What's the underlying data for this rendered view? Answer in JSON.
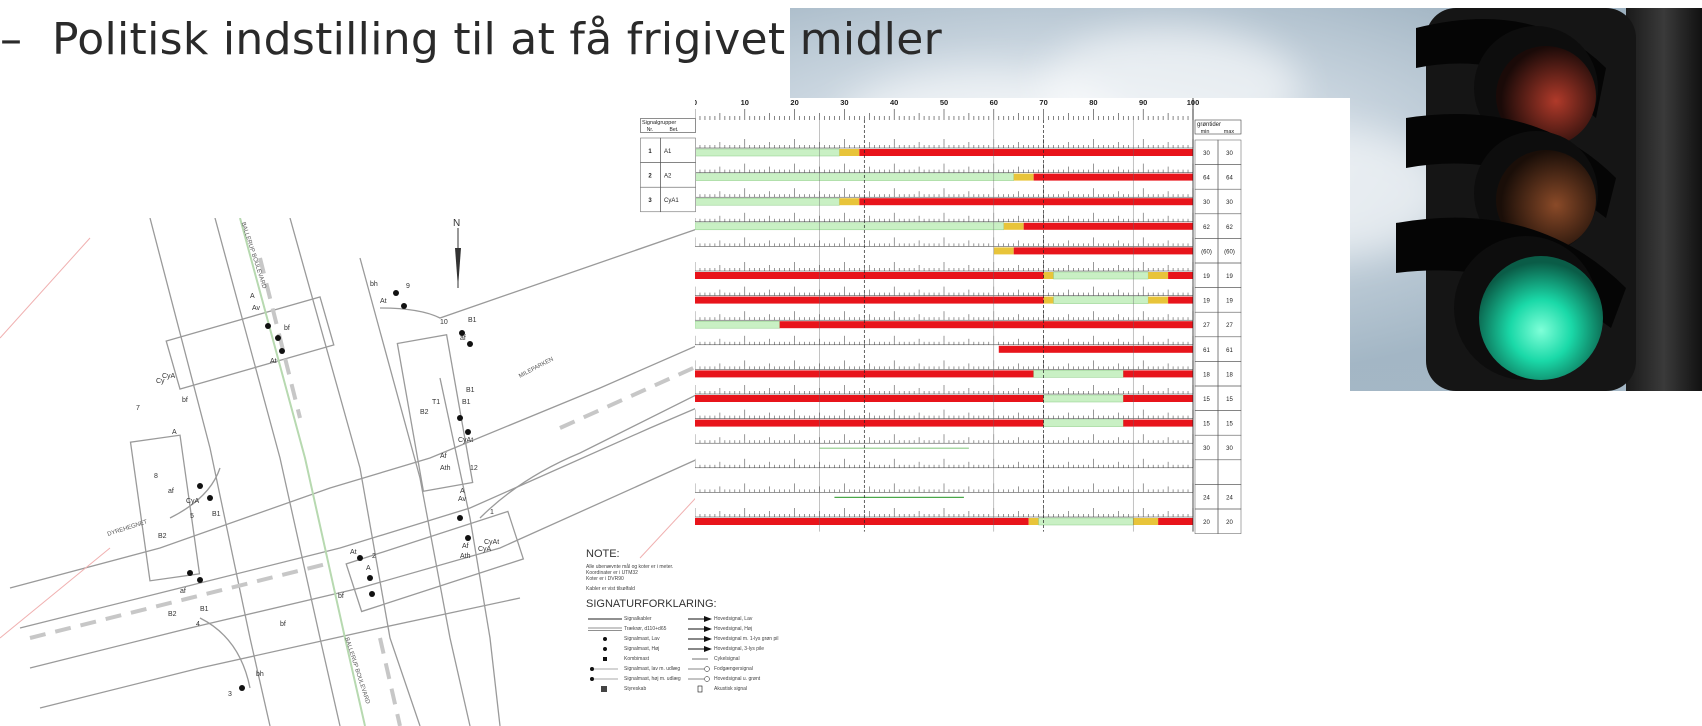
{
  "slide": {
    "bullet_dash": "–",
    "bullet_text": "Politisk indstilling til at få frigivet midler"
  },
  "timing_chart": {
    "ticks": [
      "0",
      "10",
      "20",
      "30",
      "40",
      "50",
      "60",
      "70",
      "80",
      "90",
      "100"
    ],
    "header_left": "Signalgrupper",
    "col_nr": "Nr.",
    "col_bet": "Bet.",
    "header_right": "grøntider",
    "col_min": "min",
    "col_max": "max",
    "rows": [
      {
        "nr": "1",
        "bet": "A1",
        "min": "30",
        "max": "30"
      },
      {
        "nr": "2",
        "bet": "A2",
        "min": "64",
        "max": "64"
      },
      {
        "nr": "3",
        "bet": "CyA1",
        "min": "30",
        "max": "30"
      },
      {
        "nr": "",
        "bet": "",
        "min": "62",
        "max": "62"
      },
      {
        "nr": "",
        "bet": "",
        "min": "(60)",
        "max": "(60)"
      },
      {
        "nr": "",
        "bet": "",
        "min": "19",
        "max": "19"
      },
      {
        "nr": "",
        "bet": "",
        "min": "19",
        "max": "19"
      },
      {
        "nr": "",
        "bet": "",
        "min": "27",
        "max": "27"
      },
      {
        "nr": "",
        "bet": "",
        "min": "61",
        "max": "61"
      },
      {
        "nr": "",
        "bet": "",
        "min": "18",
        "max": "18"
      },
      {
        "nr": "",
        "bet": "",
        "min": "15",
        "max": "15"
      },
      {
        "nr": "",
        "bet": "",
        "min": "15",
        "max": "15"
      },
      {
        "nr": "",
        "bet": "",
        "min": "30",
        "max": "30"
      },
      {
        "nr": "",
        "bet": "",
        "min": "",
        "max": ""
      },
      {
        "nr": "",
        "bet": "",
        "min": "24",
        "max": "24"
      },
      {
        "nr": "",
        "bet": "",
        "min": "20",
        "max": "20"
      }
    ]
  },
  "plan": {
    "north": "N",
    "streets": [
      "BALLERUP BOULEVARD",
      "MILEPARKEN",
      "DYREHEGNET",
      "BALLERUP BOULEVARD"
    ],
    "labels": [
      "B1",
      "B2",
      "A",
      "Av",
      "Af",
      "Ah",
      "Ath",
      "At",
      "Cy",
      "CyA",
      "CyAt",
      "T1",
      "1",
      "2",
      "3",
      "4",
      "5",
      "6",
      "7",
      "8",
      "9",
      "10",
      "12",
      "bf",
      "af",
      "bh"
    ]
  },
  "legend": {
    "note_title": "NOTE:",
    "note_lines": [
      "Alle ubenævnte mål og koter er i meter.",
      "Koordinater er i UTM32",
      "Koter er i DVR90",
      "Kabler er vist tilsølfald"
    ],
    "sig_title": "SIGNATURFORKLARING:",
    "left_items": [
      "Signalkabler",
      "Trækrør, d110+d65",
      "Signalmast, Lav",
      "Signalmast, Høj",
      "Kombimast",
      "Signalmast, lav m. udlæg",
      "Signalmast, høj m. udlæg",
      "Styreskab"
    ],
    "right_items": [
      "Hovedsignal, Lav",
      "Hovedsignal, Høj",
      "Hovedsignal m. 1-lys grøn pil",
      "Hovedsignal, 3-lys pile",
      "Cykelsignal",
      "Fodgængersignal",
      "Hovedsignal u. grønt",
      "Akustisk signal"
    ]
  },
  "colors": {
    "red_phase": "#e8141b",
    "green_phase": "#c9f0c4",
    "amber_phase": "#e8c43a",
    "text": "#2a2a2a"
  }
}
